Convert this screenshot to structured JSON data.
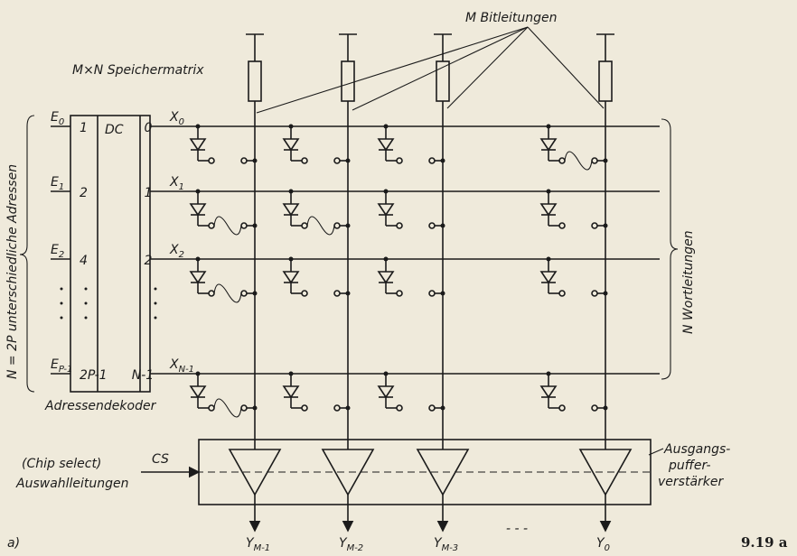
{
  "labels": {
    "bitlines": "M Bitleitungen",
    "matrix": "M×N Speichermatrix",
    "addresses": "N = 2P unterschiedliche Adressen",
    "decoder_dc": "DC",
    "decoder_caption": "Adressendekoder",
    "wordlines": "N Wortleitungen",
    "chip_select": "(Chip select)",
    "cs": "CS",
    "select_lines": "Auswahlleitungen",
    "buffer_1": "Ausgangs-",
    "buffer_2": "puffer-",
    "buffer_3": "verstärker",
    "subfig": "a)",
    "fig_no": "9.19 a",
    "dash": "- - -"
  },
  "inputs": [
    "E0",
    "E1",
    "E2",
    "EP-1"
  ],
  "input_weights": [
    "1",
    "2",
    "4",
    "2P-1"
  ],
  "decoder_outputs": [
    "0",
    "1",
    "2",
    "N-1"
  ],
  "wordline_names": [
    "X0",
    "X1",
    "X2",
    "XN-1"
  ],
  "outputs": [
    "YM-1",
    "YM-2",
    "YM-3",
    "Y0"
  ],
  "colors": {
    "ink": "#1b1b1b",
    "paper": "#efeadb"
  }
}
